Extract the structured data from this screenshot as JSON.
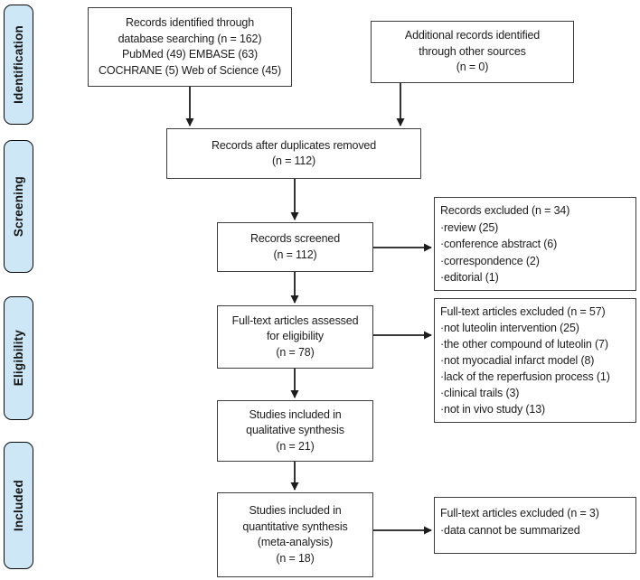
{
  "diagram": {
    "type": "prisma-flow",
    "colors": {
      "stage_fill": "#cde7f6",
      "stage_border": "#0a0a0a",
      "box_border": "#3d3d3d",
      "arrow": "#1c1c1c",
      "background": "#ffffff",
      "text": "#1c1c1c"
    },
    "stages": [
      {
        "label": "Identification"
      },
      {
        "label": "Screening"
      },
      {
        "label": "Eligibility"
      },
      {
        "label": "Included"
      }
    ],
    "boxes": {
      "database_search": {
        "text": "Records identified through\ndatabase searching (n = 162)\nPubMed (49) EMBASE (63)\nCOCHRANE (5) Web of Science (45)"
      },
      "other_sources": {
        "text": "Additional records identified\nthrough other sources\n(n = 0)"
      },
      "duplicates_removed": {
        "text": "Records after duplicates removed\n(n = 112)"
      },
      "records_screened": {
        "text": "Records screened\n(n = 112)"
      },
      "records_excluded": {
        "text": "Records excluded (n = 34)\n·review (25)\n·conference abstract (6)\n·correspondence (2)\n·editorial (1)"
      },
      "fulltext_assessed": {
        "text": "Full-text articles assessed\nfor eligibility\n(n = 78)"
      },
      "fulltext_excluded": {
        "text": "Full-text articles excluded (n = 57)\n·not luteolin intervention (25)\n·the other compound of luteolin (7)\n·not myocadial infarct model (8)\n·lack of the reperfusion process (1)\n·clinical trails (3)\n·not in vivo study (13)"
      },
      "qualitative_synthesis": {
        "text": "Studies included in\nqualitative synthesis\n(n = 21)"
      },
      "quantitative_synthesis": {
        "text": "Studies included in\nquantitative synthesis\n(meta-analysis)\n(n = 18)"
      },
      "fulltext_excluded_meta": {
        "text": "Full-text articles excluded (n = 3)\n·data cannot be summarized"
      }
    }
  }
}
